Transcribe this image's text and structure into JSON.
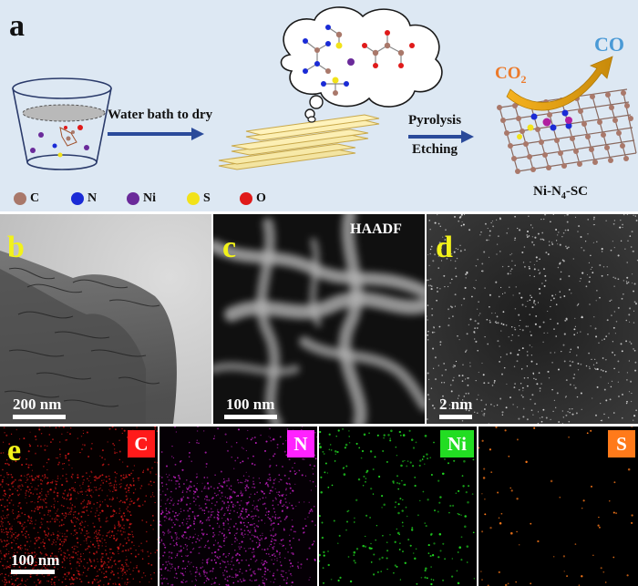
{
  "panel_a": {
    "letter": "a",
    "background_color": "#dde8f3",
    "step1_label": "Water bath to dry",
    "step2_label_top": "Pyrolysis",
    "step2_label_bottom": "Etching",
    "product_label": "Ni-N",
    "product_sub": "4",
    "product_suffix": "-SC",
    "co2_label": "CO",
    "co2_sub": "2",
    "co_label": "CO",
    "legend": [
      {
        "symbol": "C",
        "color": "#a9786a"
      },
      {
        "symbol": "N",
        "color": "#1a2bd6"
      },
      {
        "symbol": "Ni",
        "color": "#6a2a9a"
      },
      {
        "symbol": "S",
        "color": "#f2e21a"
      },
      {
        "symbol": "O",
        "color": "#e01a1a"
      }
    ]
  },
  "panel_b": {
    "letter": "b",
    "scale": "200 nm"
  },
  "panel_c": {
    "letter": "c",
    "scale": "100 nm",
    "label": "HAADF"
  },
  "panel_d": {
    "letter": "d",
    "scale": "2 nm"
  },
  "panel_e": {
    "letter": "e",
    "scale": "100 nm",
    "maps": [
      {
        "element": "C",
        "color": "#ff1a1a"
      },
      {
        "element": "N",
        "color": "#ff22ff"
      },
      {
        "element": "Ni",
        "color": "#22dd22"
      },
      {
        "element": "S",
        "color": "#ff7a1a"
      }
    ]
  }
}
